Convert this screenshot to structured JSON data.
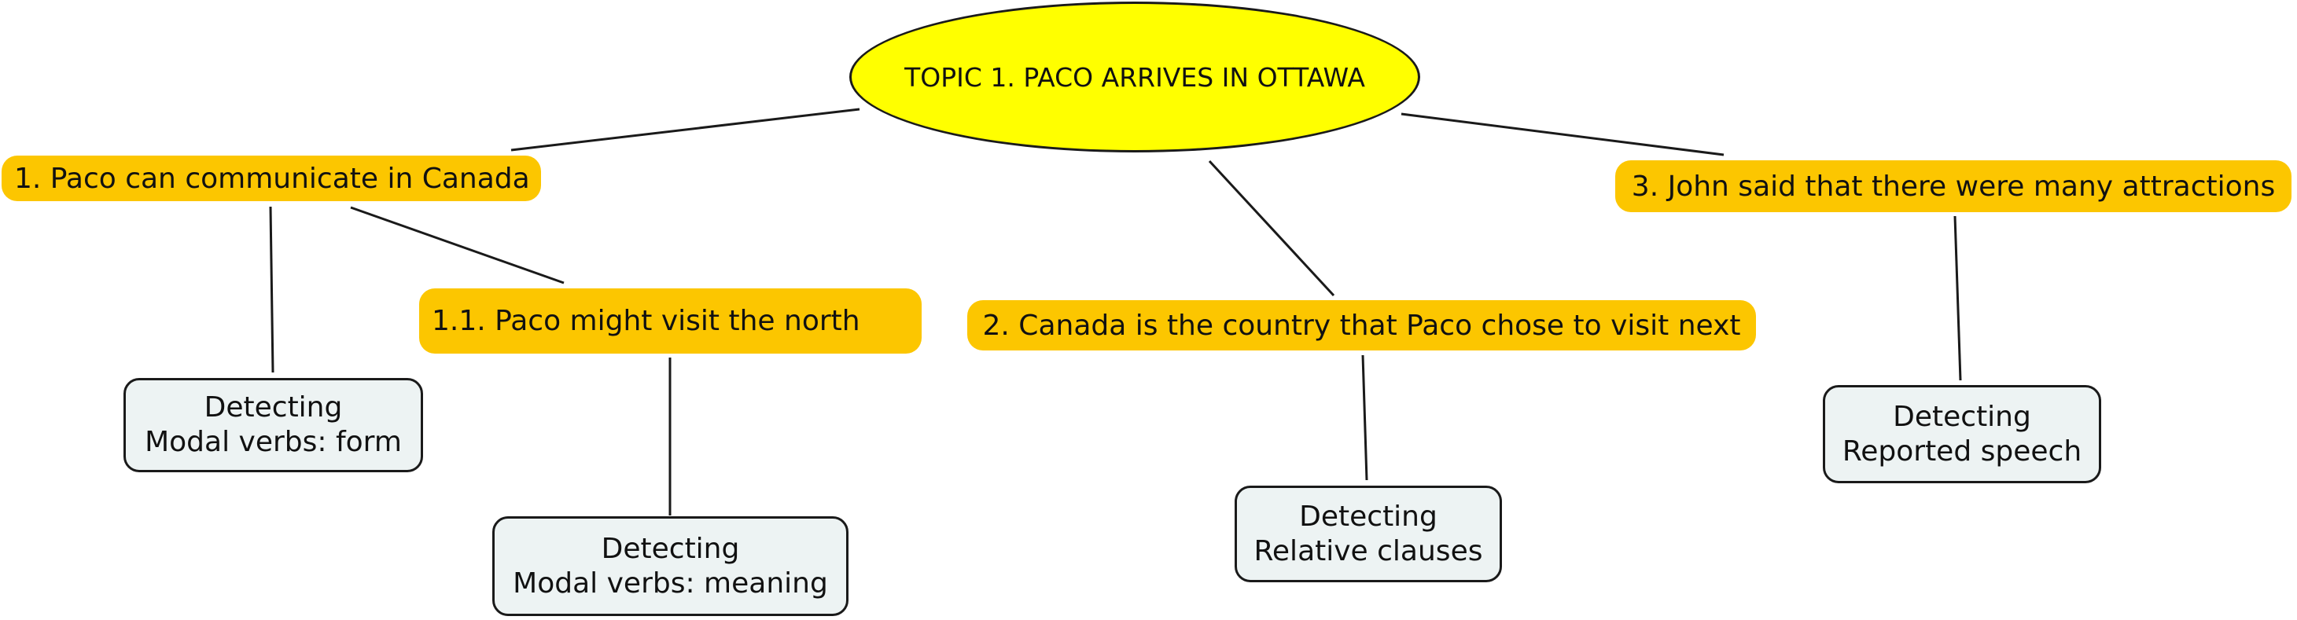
{
  "colors": {
    "root_fill": "#ffff00",
    "topic_fill": "#fcc600",
    "detect_fill": "#edf3f3",
    "line": "#1a1a1a"
  },
  "root": {
    "label": "TOPIC 1. PACO ARRIVES IN OTTAWA"
  },
  "topics": [
    {
      "id": "1",
      "label": "1. Paco can communicate in Canada"
    },
    {
      "id": "1.1",
      "label": "1.1. Paco might visit the north"
    },
    {
      "id": "2",
      "label": "2. Canada is the country that Paco chose to visit next"
    },
    {
      "id": "3",
      "label": "3. John said that there were many attractions"
    }
  ],
  "details": [
    {
      "parent": "1",
      "line1": "Detecting",
      "line2": "Modal verbs: form"
    },
    {
      "parent": "1.1",
      "line1": "Detecting",
      "line2": "Modal verbs: meaning"
    },
    {
      "parent": "2",
      "line1": "Detecting",
      "line2": "Relative clauses"
    },
    {
      "parent": "3",
      "line1": "Detecting",
      "line2": "Reported speech"
    }
  ]
}
